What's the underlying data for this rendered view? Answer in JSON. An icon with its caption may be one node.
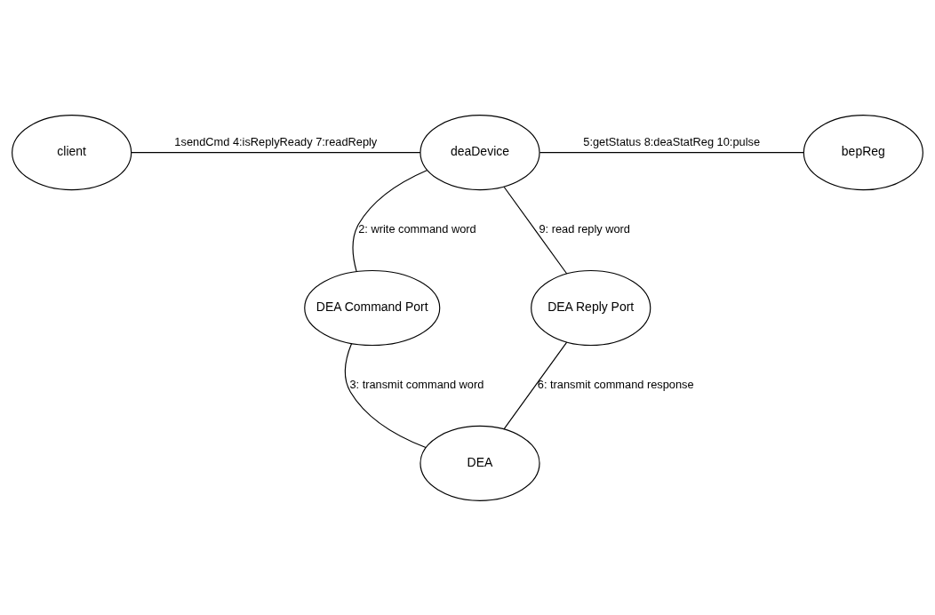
{
  "diagram": {
    "nodes": [
      {
        "text": [
          "client"
        ]
      },
      {
        "text": [
          "deaDevice"
        ]
      },
      {
        "text": [
          "bepReg"
        ]
      },
      {
        "text": [
          "DEA Command Port"
        ]
      },
      {
        "text": [
          "DEA Reply Port"
        ]
      },
      {
        "text": [
          "DEA"
        ]
      }
    ],
    "edges": [
      {
        "from": 0,
        "to": 1,
        "arrow": "none",
        "label": "1sendCmd 4:isReplyReady 7:readReply"
      },
      {
        "from": 1,
        "to": 2,
        "arrow": "none",
        "label": "5:getStatus 8:deaStatReg 10:pulse"
      },
      {
        "from": 1,
        "to": 3,
        "arrow": "none",
        "label": "2: write command word"
      },
      {
        "from": 1,
        "to": 4,
        "arrow": "none",
        "label": "9: read reply word"
      },
      {
        "from": 3,
        "to": 5,
        "arrow": "none",
        "label": "3: transmit command word"
      },
      {
        "from": 5,
        "to": 4,
        "arrow": "none",
        "label": "6: transmit command response"
      }
    ]
  }
}
